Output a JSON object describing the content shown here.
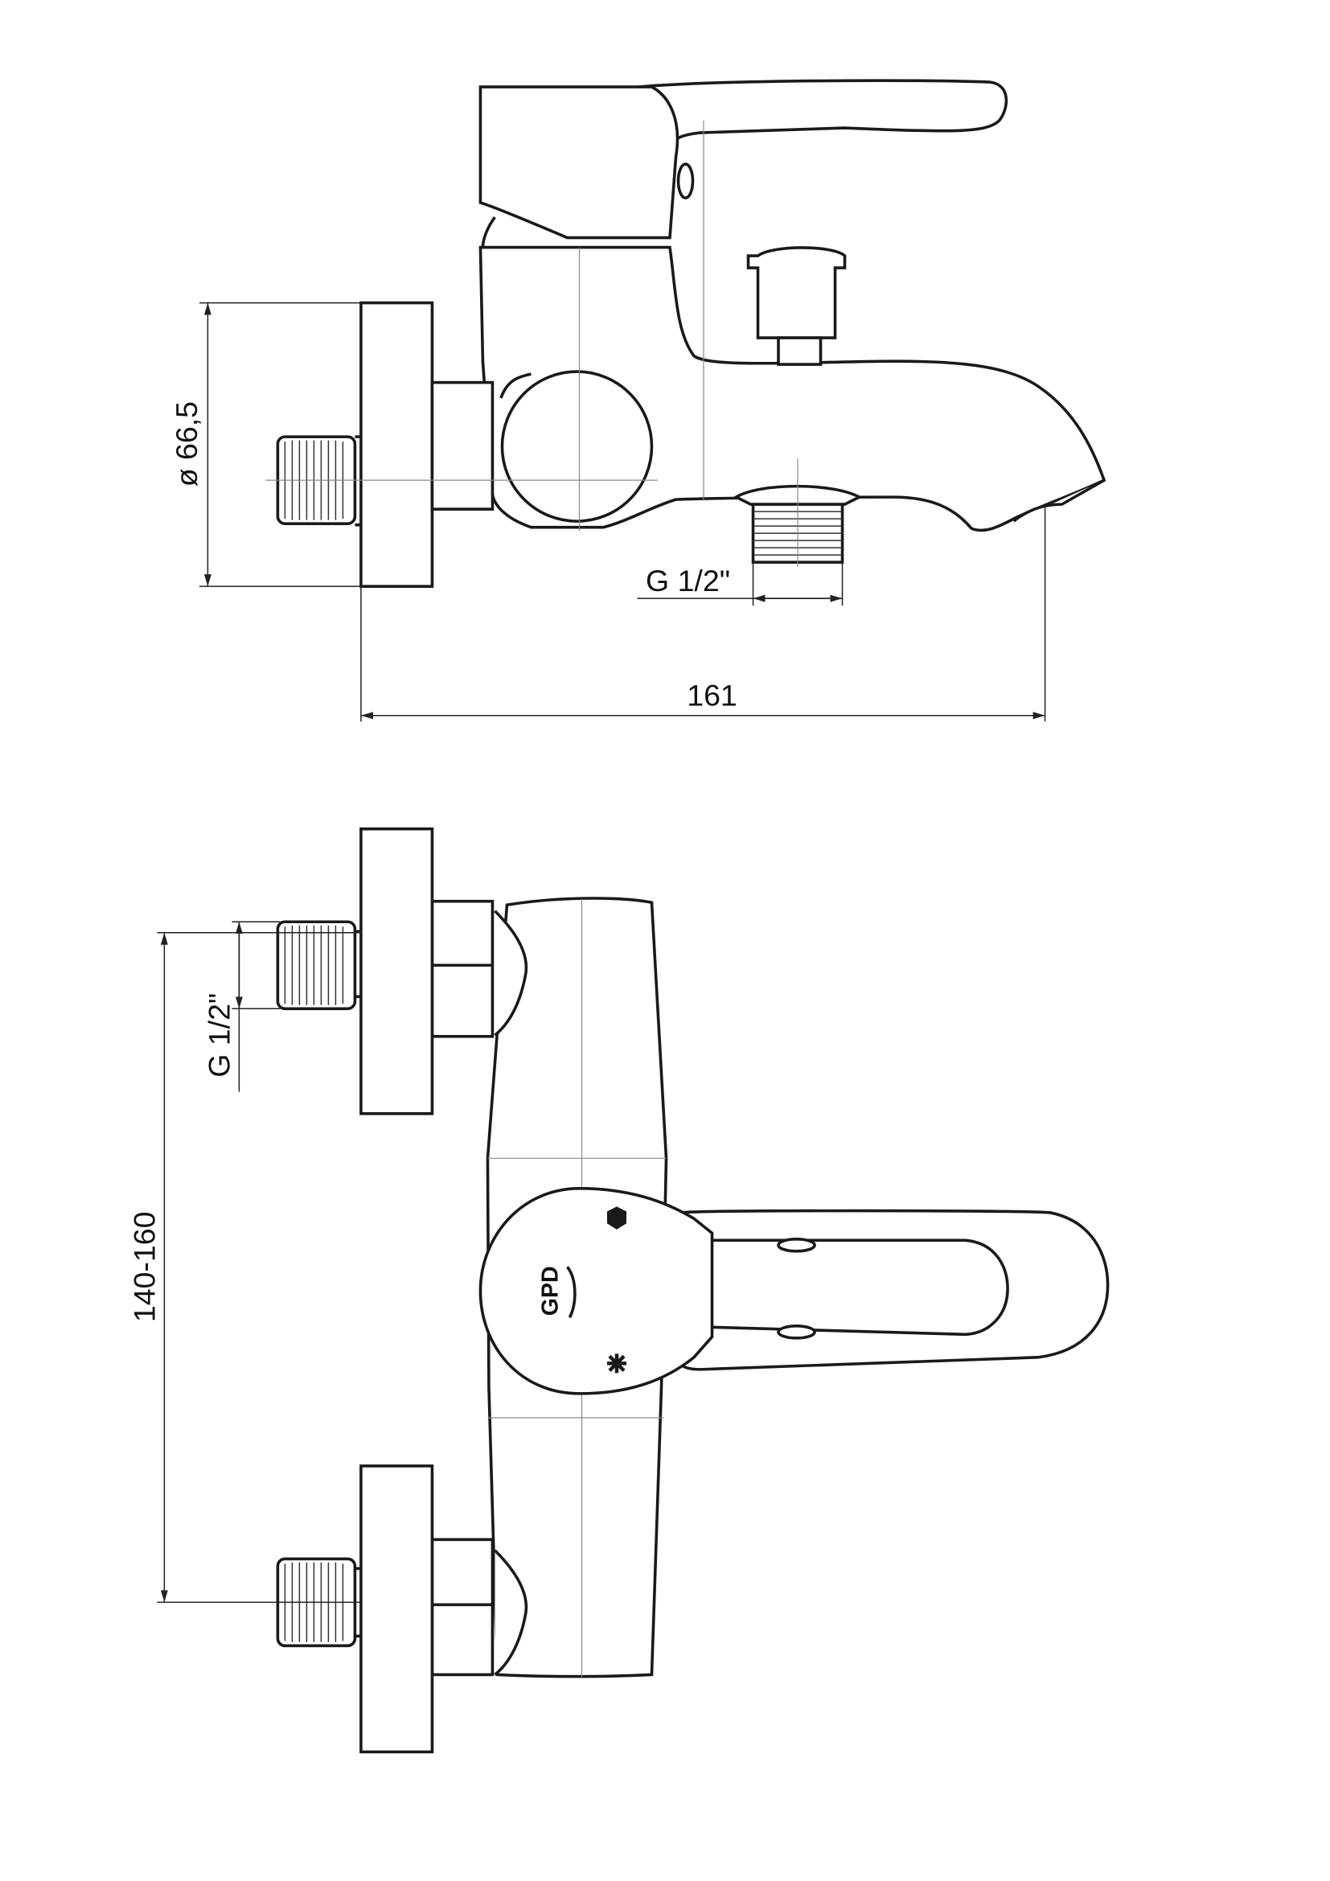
{
  "drawing": {
    "side_view": {
      "diameter_label": "ø 66,5",
      "thread_label": "G 1/2\"",
      "length_label": "161"
    },
    "front_view": {
      "thread_label": "G 1/2\"",
      "spacing_label": "140-160",
      "logo_text": "GPD"
    },
    "colors": {
      "line": "#1a1a1a",
      "centerline": "#888888",
      "background": "#ffffff"
    }
  }
}
